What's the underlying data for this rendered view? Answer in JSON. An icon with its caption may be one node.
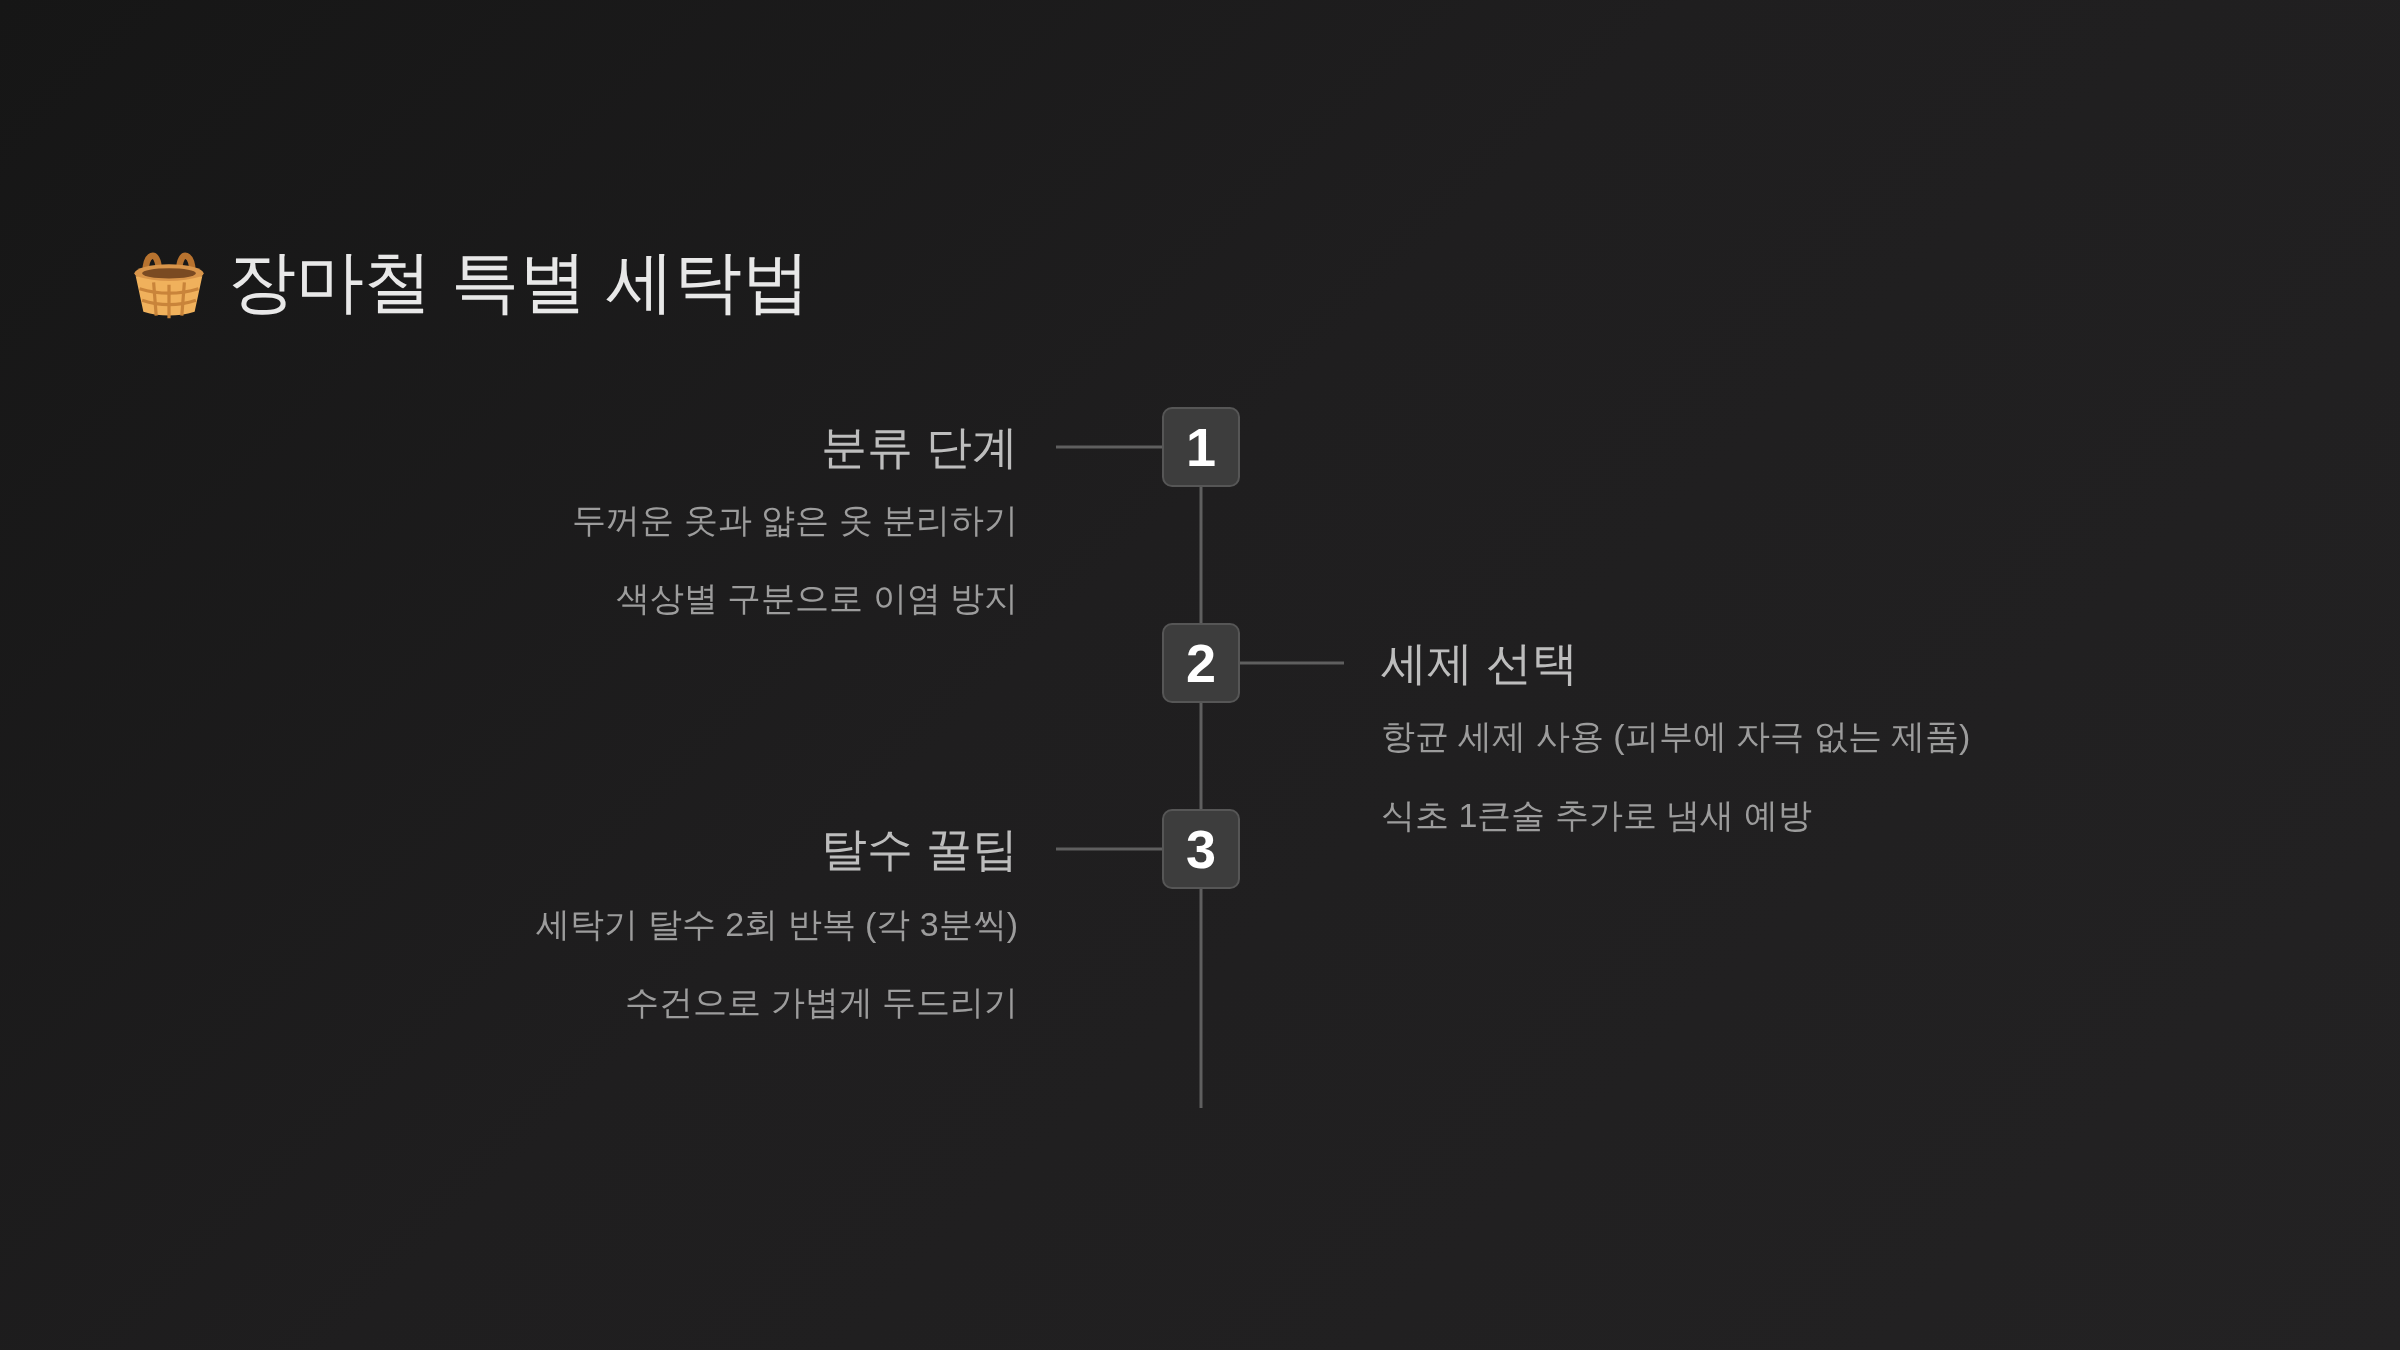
{
  "diagram": {
    "title": "장마철 특별 세탁법",
    "nodes": [
      {
        "text": [
          "1"
        ]
      },
      {
        "text": [
          "분류 단계"
        ]
      },
      {
        "text": [
          "2"
        ]
      },
      {
        "text": [
          "세제 선택"
        ]
      },
      {
        "text": [
          "3"
        ]
      },
      {
        "text": [
          "탈수 꿀팁"
        ]
      }
    ],
    "edges": [
      {
        "from": 1,
        "to": 0,
        "arrow": "none"
      },
      {
        "from": 2,
        "to": 3,
        "arrow": "none"
      },
      {
        "from": 5,
        "to": 4,
        "arrow": "none"
      },
      {
        "from": 0,
        "to": 2,
        "arrow": "none"
      },
      {
        "from": 2,
        "to": 4,
        "arrow": "none"
      },
      {
        "from": 4,
        "to": null,
        "arrow": "none"
      }
    ],
    "labels": [
      "두꺼운 옷과 얇은 옷 분리하기",
      "색상별 구분으로 이염 방지",
      "항균 세제 사용 (피부에 자극 없는 제품)",
      "식초 1큰술 추가로 냄새 예방",
      "세탁기 탈수 2회 반복 (각 3분씩)",
      "수건으로 가볍게 두드리기"
    ]
  }
}
